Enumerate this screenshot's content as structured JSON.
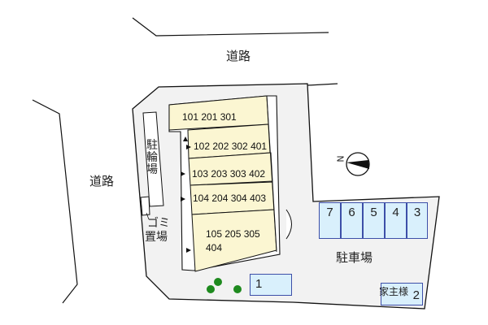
{
  "map": {
    "road_top": "道路",
    "road_left": "道路",
    "bicycle_parking": "駐輪場",
    "garbage_area_line1": "ゴミ",
    "garbage_area_line2": "置場",
    "parking_lot": "駐車場",
    "owner_label": "家主様",
    "compass": "N",
    "units": [
      {
        "row": 1,
        "label": "101 201 301"
      },
      {
        "row": 2,
        "label": "102 202 302 401"
      },
      {
        "row": 3,
        "label": "103 203 303 402"
      },
      {
        "row": 4,
        "label": "104 204 304 403"
      },
      {
        "row": 5,
        "label_line1": "105 205 305",
        "label_line2": "404"
      }
    ],
    "parking_slots": [
      "7",
      "6",
      "5",
      "4",
      "3",
      "1",
      "2"
    ]
  },
  "colors": {
    "lot": "#f2f2f2",
    "building": "#fbf6d2",
    "slot_fill": "#d9f0fc",
    "slot_border": "#3d4fa8",
    "tree": "#1e8a1e"
  }
}
